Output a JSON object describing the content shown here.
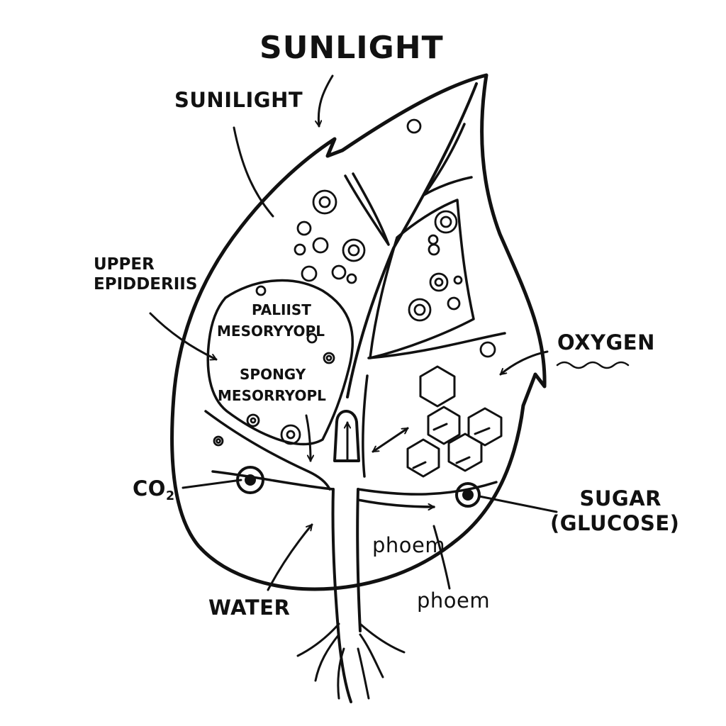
{
  "labels": {
    "title": "SUNLIGHT",
    "sunlight": "SUNILIGHT",
    "upper_epidermis_1": "UPPER",
    "upper_epidermis_2": "EPIDDERIIS",
    "palisade_1": "PALIIST",
    "palisade_2": "MESORYYOPL",
    "spongy_1": "SPONGY",
    "spongy_2": "MESORRYOPL",
    "co2_base": "CO",
    "co2_sub": "2",
    "oxygen": "OXYGEN",
    "sugar_1": "SUGAR",
    "sugar_2": "(GLUCOSE)",
    "water": "WATER",
    "phloem_inner": "phoem",
    "phloem_outer": "phoem"
  },
  "colors": {
    "ink": "#111111",
    "background": "#ffffff"
  }
}
